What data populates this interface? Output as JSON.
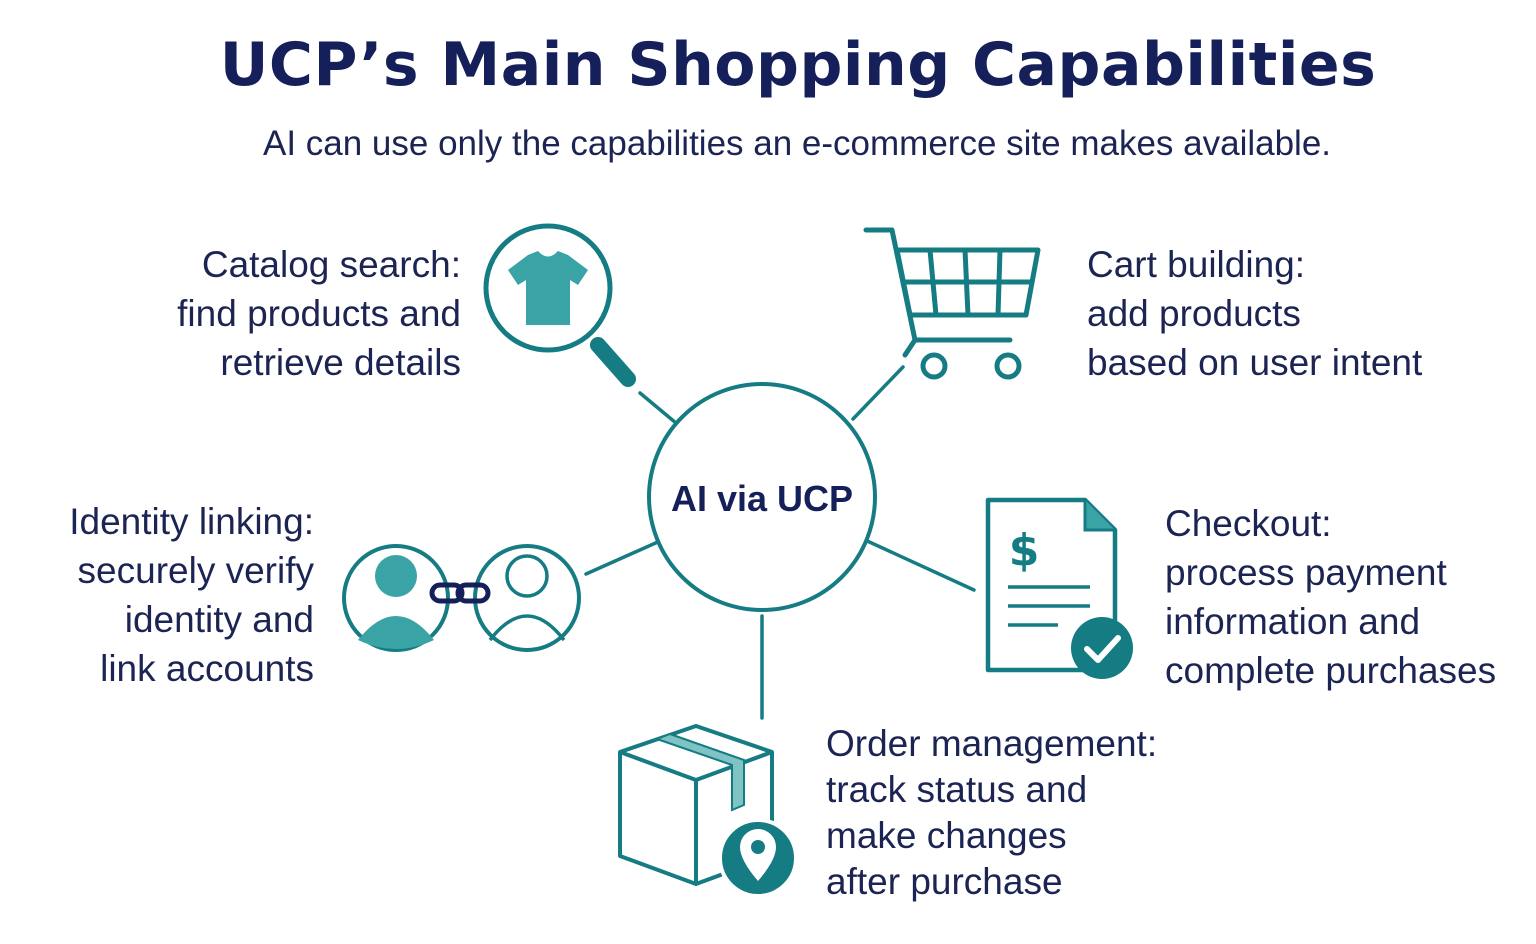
{
  "title": "UCP’s Main Shopping Capabilities",
  "subtitle": "AI can use only the capabilities an e-commerce site makes available.",
  "center_label": "AI via UCP",
  "colors": {
    "teal": "#157c84",
    "teal_fill": "#3aa3a6",
    "navy": "#15205a"
  },
  "capabilities": {
    "catalog": {
      "icon": "magnifier-tshirt-icon",
      "lines": [
        "Catalog search:",
        "find products and",
        "retrieve details"
      ]
    },
    "cart": {
      "icon": "shopping-cart-icon",
      "lines": [
        "Cart building:",
        "add products",
        "based on user intent"
      ]
    },
    "identity": {
      "icon": "linked-users-icon",
      "lines": [
        "Identity linking:",
        "securely verify",
        "identity and",
        "link accounts"
      ]
    },
    "checkout": {
      "icon": "invoice-check-icon",
      "lines": [
        "Checkout:",
        "process payment",
        "information and",
        "complete purchases"
      ]
    },
    "order": {
      "icon": "package-location-icon",
      "lines": [
        "Order management:",
        "track status and",
        "make changes",
        "after purchase"
      ]
    }
  },
  "icon_glyphs": {
    "dollar": "$"
  }
}
